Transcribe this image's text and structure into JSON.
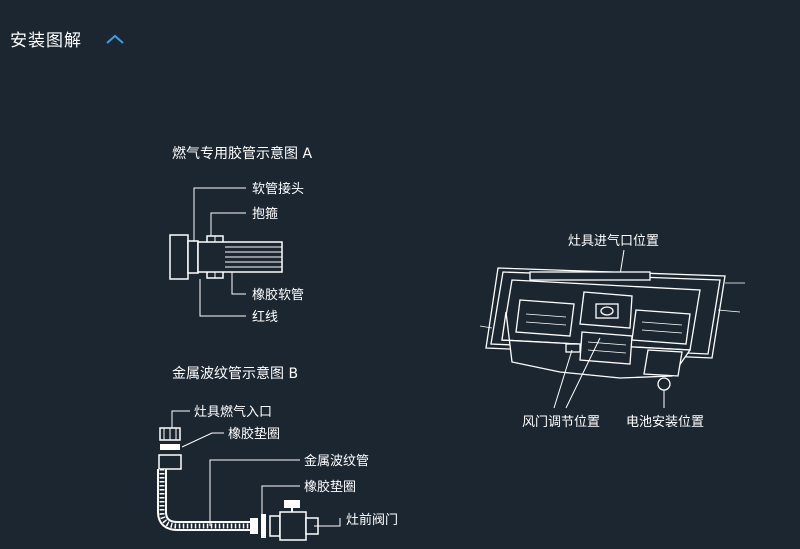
{
  "header": {
    "title": "安装图解",
    "toggle_icon": "chevron-up-icon",
    "accent": "#3aa0e0"
  },
  "diagram_a": {
    "title": "燃气专用胶管示意图 A",
    "labels": [
      "软管接头",
      "抱箍",
      "橡胶软管",
      "红线"
    ]
  },
  "diagram_b": {
    "title": "金属波纹管示意图 B",
    "labels": [
      "灶具燃气入口",
      "橡胶垫圈",
      "金属波纹管",
      "橡胶垫圈",
      "灶前阀门"
    ]
  },
  "stove": {
    "labels": [
      "灶具进气口位置",
      "风门调节位置",
      "电池安装位置"
    ]
  }
}
